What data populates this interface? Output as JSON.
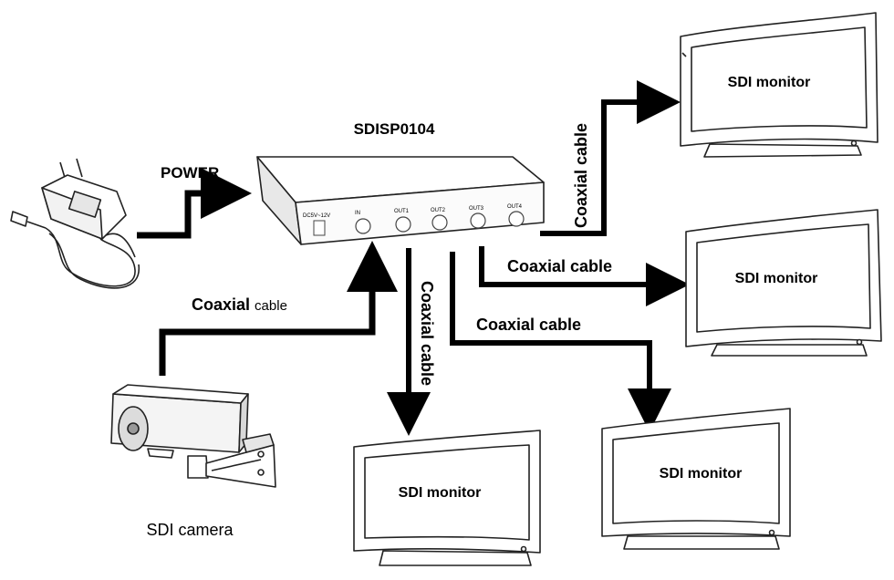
{
  "title": "SDISP0104",
  "power_label": "POWER",
  "camera_label": "SDI camera",
  "monitor_label": "SDI monitor",
  "cable_label": "Coaxial cable",
  "input_cable_label": {
    "bold": "Coaxial",
    "light": "cable"
  },
  "panel": {
    "power_jack": "DC5V~12V",
    "ports": [
      "IN",
      "OUT1",
      "OUT2",
      "OUT3",
      "OUT4"
    ]
  },
  "icons": [
    "power-adapter-icon",
    "splitter-box-icon",
    "camera-icon",
    "monitor-icon"
  ]
}
